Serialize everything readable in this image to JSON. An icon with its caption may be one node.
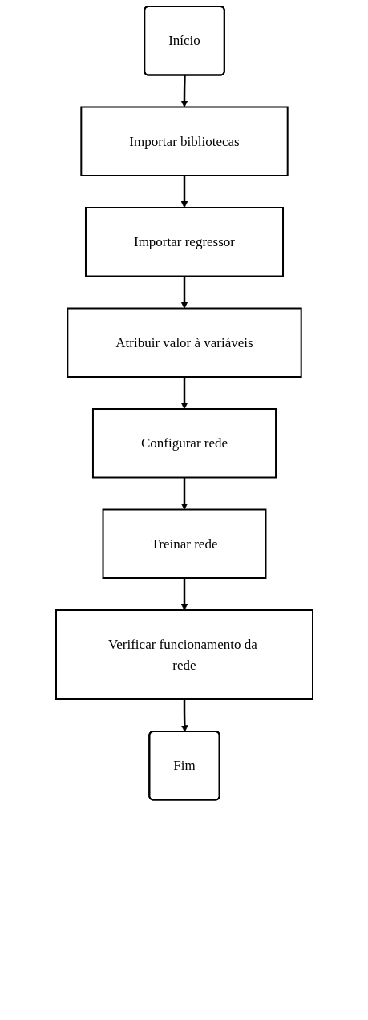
{
  "diagram": {
    "nodes": [
      {
        "text": [
          "Início"
        ]
      },
      {
        "text": [
          "Importar bibliotecas"
        ]
      },
      {
        "text": [
          "Importar regressor"
        ]
      },
      {
        "text": [
          "Atribuir valor à variáveis"
        ]
      },
      {
        "text": [
          "Configurar rede"
        ]
      },
      {
        "text": [
          "Treinar rede"
        ]
      },
      {
        "text": [
          "Verificar funcionamento da rede"
        ]
      },
      {
        "text": [
          "Fim"
        ]
      }
    ],
    "edges": [
      {
        "from": 0,
        "to": 1,
        "arrow": "to"
      },
      {
        "from": 1,
        "to": 2,
        "arrow": "to"
      },
      {
        "from": 2,
        "to": 3,
        "arrow": "to"
      },
      {
        "from": 3,
        "to": 4,
        "arrow": "to"
      },
      {
        "from": 4,
        "to": 5,
        "arrow": "to"
      },
      {
        "from": 5,
        "to": 6,
        "arrow": "to"
      },
      {
        "from": 6,
        "to": 7,
        "arrow": "to"
      }
    ]
  }
}
